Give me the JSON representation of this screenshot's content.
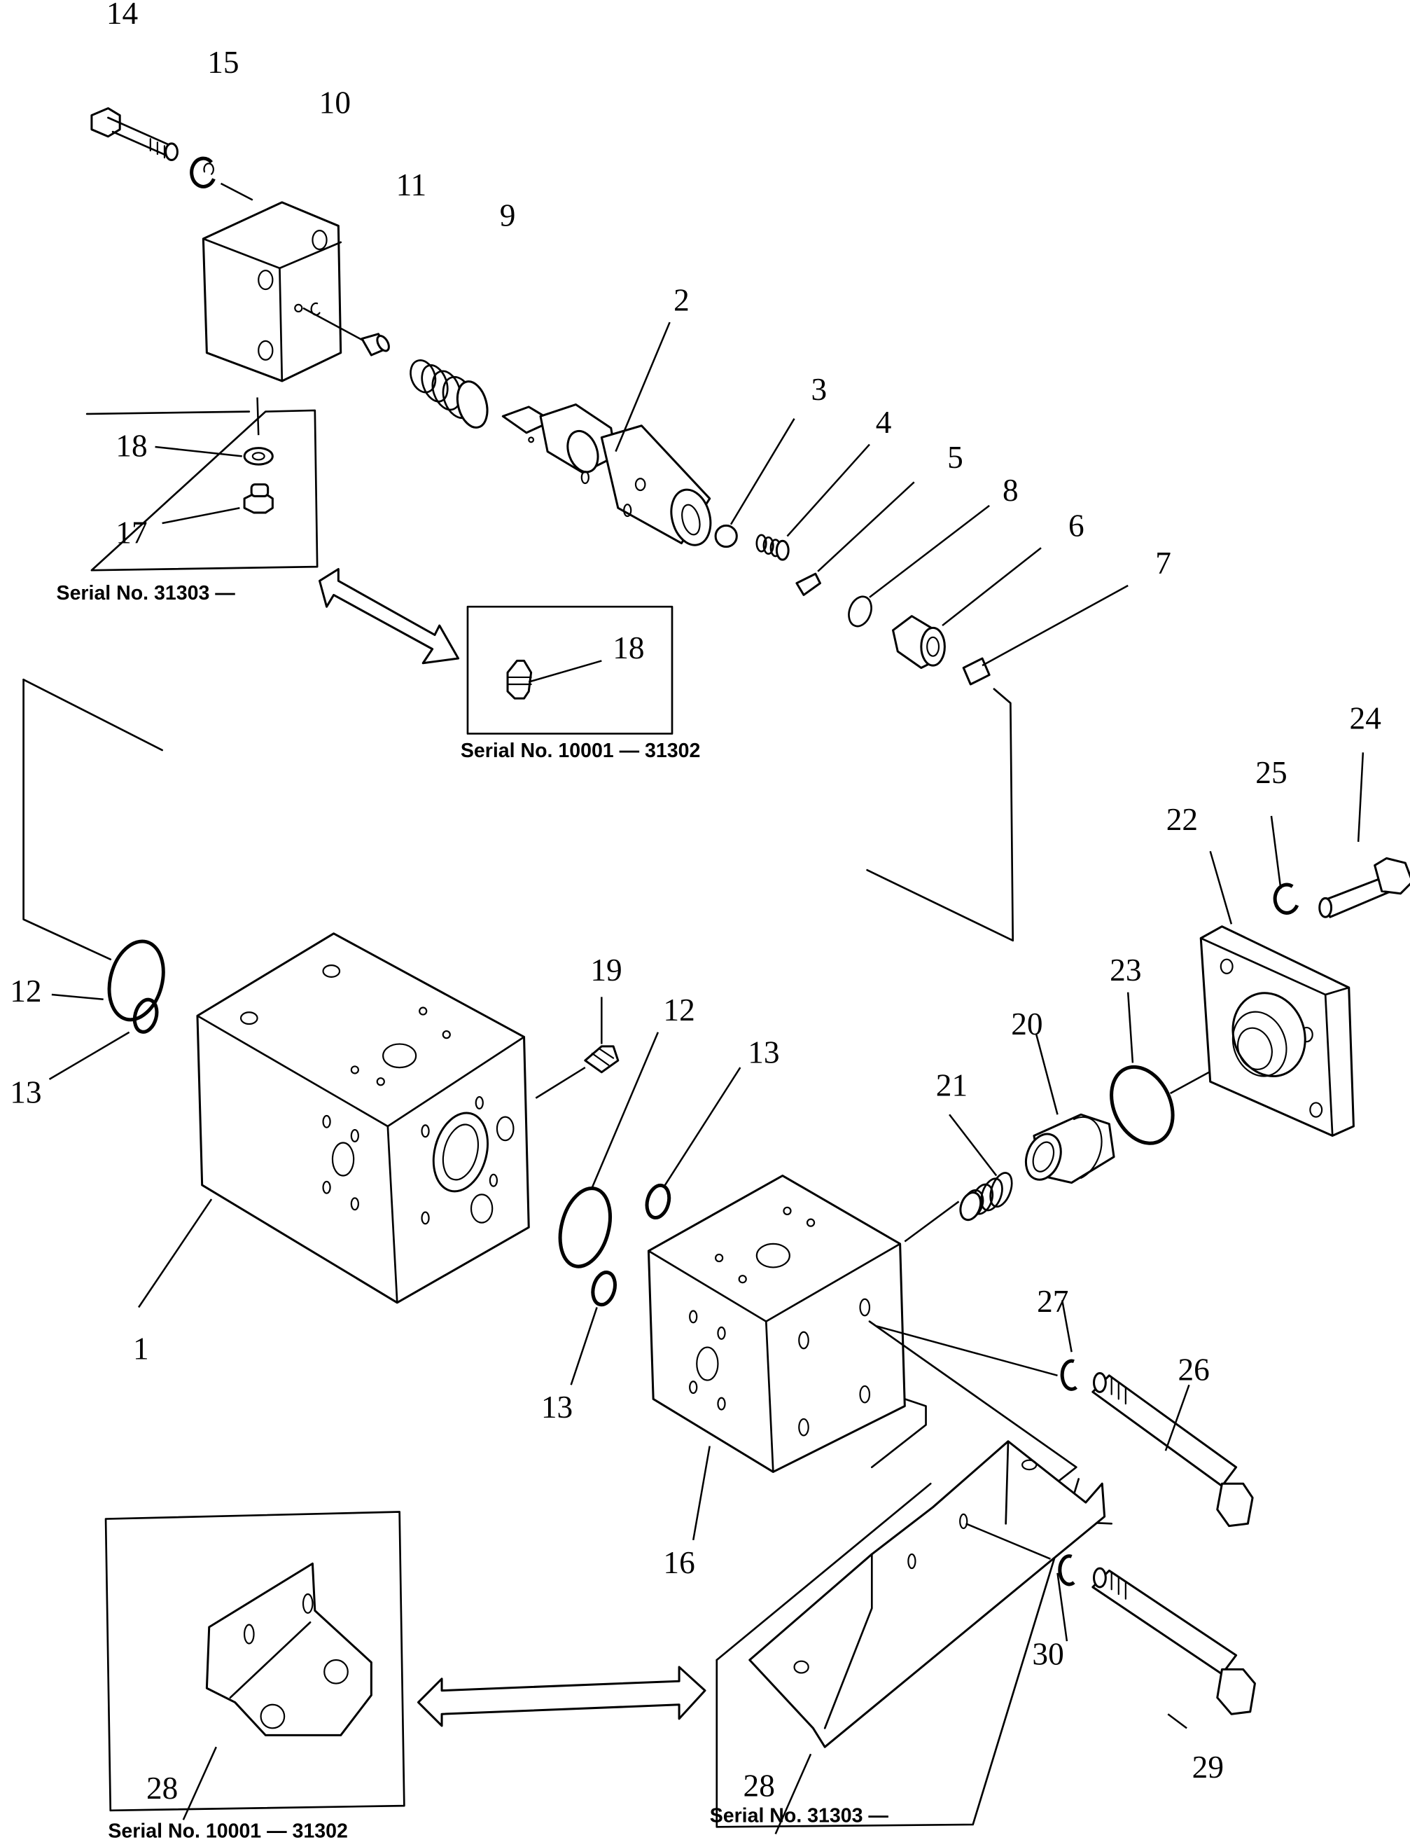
{
  "diagram": {
    "type": "exploded-parts-diagram",
    "background": "#ffffff",
    "ink": "#000000",
    "callouts": [
      {
        "id": "c1",
        "label": "1"
      },
      {
        "id": "c2",
        "label": "2"
      },
      {
        "id": "c3",
        "label": "3"
      },
      {
        "id": "c4",
        "label": "4"
      },
      {
        "id": "c5",
        "label": "5"
      },
      {
        "id": "c6",
        "label": "6"
      },
      {
        "id": "c7",
        "label": "7"
      },
      {
        "id": "c8",
        "label": "8"
      },
      {
        "id": "c9",
        "label": "9"
      },
      {
        "id": "c10",
        "label": "10"
      },
      {
        "id": "c11",
        "label": "11"
      },
      {
        "id": "c12a",
        "label": "12"
      },
      {
        "id": "c12b",
        "label": "12"
      },
      {
        "id": "c13a",
        "label": "13"
      },
      {
        "id": "c13b",
        "label": "13"
      },
      {
        "id": "c13c",
        "label": "13"
      },
      {
        "id": "c14",
        "label": "14"
      },
      {
        "id": "c15",
        "label": "15"
      },
      {
        "id": "c16",
        "label": "16"
      },
      {
        "id": "c17",
        "label": "17"
      },
      {
        "id": "c18a",
        "label": "18"
      },
      {
        "id": "c18b",
        "label": "18"
      },
      {
        "id": "c19",
        "label": "19"
      },
      {
        "id": "c20",
        "label": "20"
      },
      {
        "id": "c21",
        "label": "21"
      },
      {
        "id": "c22",
        "label": "22"
      },
      {
        "id": "c23",
        "label": "23"
      },
      {
        "id": "c24",
        "label": "24"
      },
      {
        "id": "c25",
        "label": "25"
      },
      {
        "id": "c26",
        "label": "26"
      },
      {
        "id": "c27",
        "label": "27"
      },
      {
        "id": "c28a",
        "label": "28"
      },
      {
        "id": "c28b",
        "label": "28"
      },
      {
        "id": "c29",
        "label": "29"
      },
      {
        "id": "c30",
        "label": "30"
      }
    ],
    "serial_notes": {
      "plug_new": "Serial No. 31303 —",
      "plug_old": "Serial No. 10001 — 31302",
      "bracket_old": "Serial No. 10001 — 31302",
      "bracket_new": "Serial No. 31303 —"
    }
  }
}
